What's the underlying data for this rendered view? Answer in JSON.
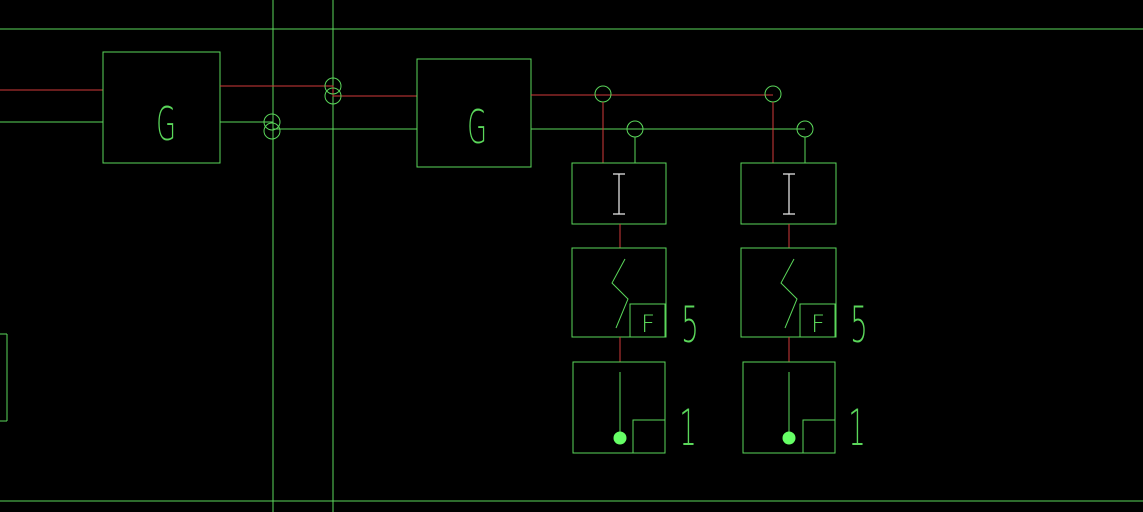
{
  "drawing": {
    "background": "#000000",
    "colors": {
      "line": "#5ad65a",
      "wire": "#d23a3a",
      "text": "#e0e0e0",
      "fill": "#66ff66"
    },
    "blocks": {
      "gen1": "G",
      "gen2": "G",
      "iso1": "I",
      "iso2": "I",
      "flt1": "F",
      "flt2": "F"
    },
    "labels": {
      "rcd1_number": "5",
      "rcd2_number": "5",
      "out1_number": "1",
      "out2_number": "1"
    }
  }
}
